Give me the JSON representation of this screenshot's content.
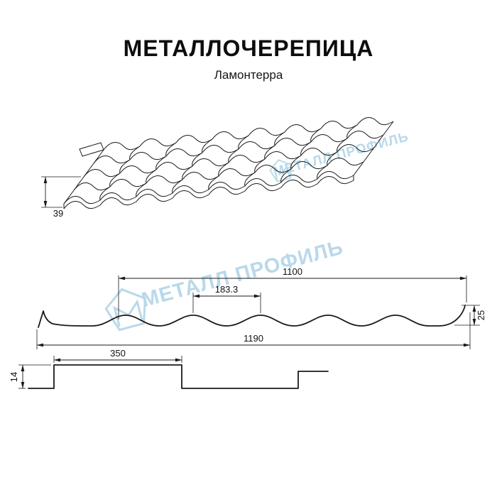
{
  "header": {
    "title": "МЕТАЛЛОЧЕРЕПИЦА",
    "subtitle": "Ламонтерра"
  },
  "watermark": {
    "text": "МЕТАЛЛ ПРОФИЛЬ",
    "color": "#b9d9ea"
  },
  "dimensions": {
    "front_edge_height": "39",
    "useful_width": "1100",
    "wave_pitch": "183.3",
    "profile_height": "25",
    "overall_width": "1190",
    "module_length": "350",
    "step_height": "14"
  },
  "colors": {
    "line": "#1a1a1a",
    "background": "#ffffff"
  }
}
